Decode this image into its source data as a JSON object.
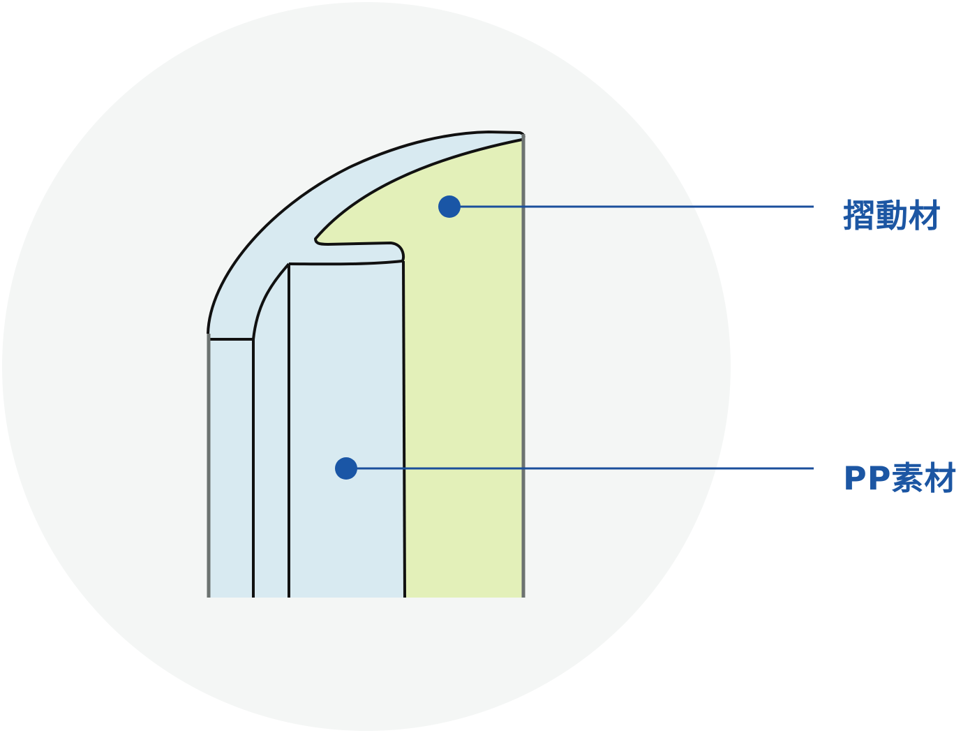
{
  "colors": {
    "background_circle": "#f4f6f5",
    "pp_fill": "#d8eaf1",
    "sliding_fill": "#e3f0b9",
    "outline": "#111111",
    "edge_gray": "#6c7270",
    "leader_line": "#1b4f9c",
    "marker_dot": "#1a56a6",
    "label_text": "#1c56a3"
  },
  "callouts": [
    {
      "id": "sliding-material",
      "label": "摺動材",
      "marker_icon": "dot-marker",
      "target_color_key": "sliding_fill"
    },
    {
      "id": "pp-material",
      "label": "PP素材",
      "marker_icon": "dot-marker",
      "target_color_key": "pp_fill"
    }
  ]
}
